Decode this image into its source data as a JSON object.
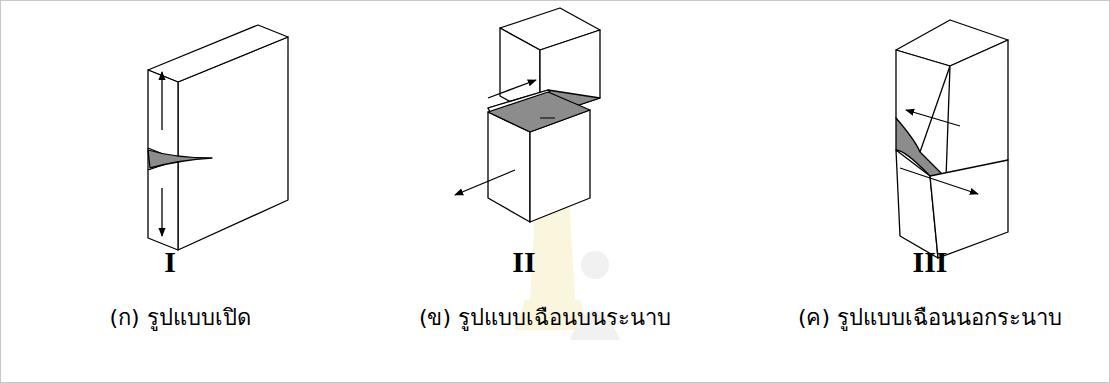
{
  "diagram": {
    "labels": [
      "I",
      "II",
      "III",
      "(ก) รูปแบบเปิด",
      "(ข) รูปแบบเฉือนบนระนาบ",
      "(ค) รูปแบบเฉือนนอกระนาบ"
    ]
  }
}
